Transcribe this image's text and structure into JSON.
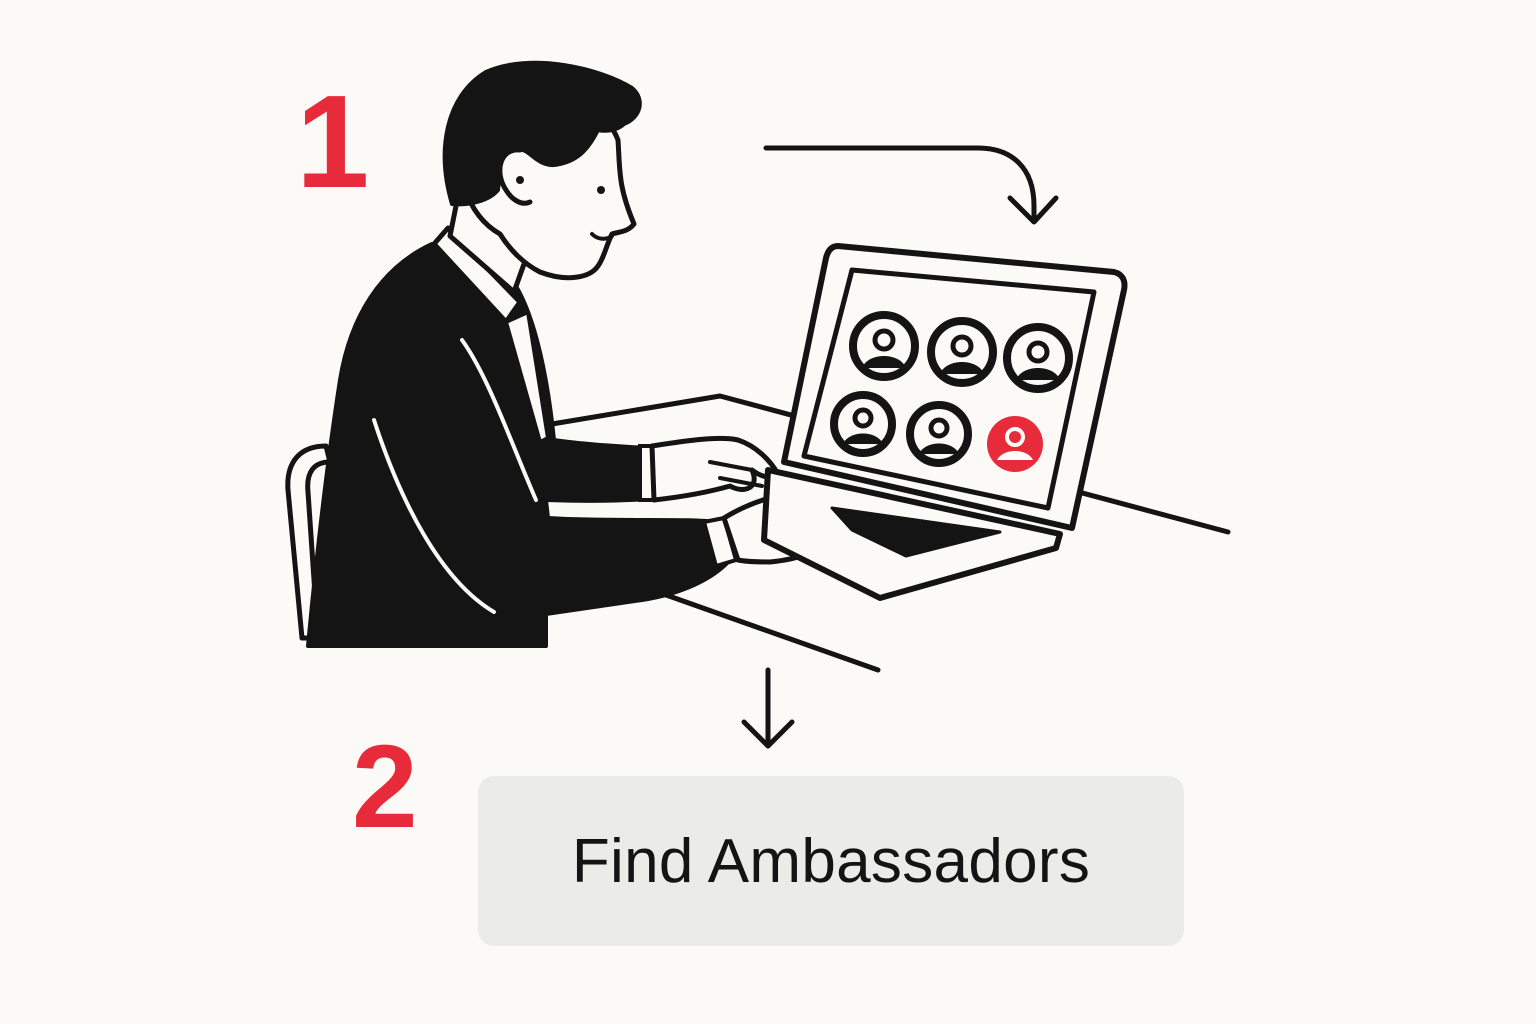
{
  "steps": {
    "first": "1",
    "second": "2"
  },
  "cta": {
    "label": "Find Ambassadors"
  },
  "profiles": {
    "count": 6,
    "highlighted_index": 5
  },
  "colors": {
    "accent": "#e82b3a",
    "ink": "#141414",
    "background": "#fbfaf7",
    "button_bg": "#ebebe8"
  },
  "icons": [
    "person-at-laptop-illustration",
    "curved-arrow-icon",
    "down-arrow-icon",
    "profile-avatar-icon",
    "highlighted-profile-icon"
  ]
}
